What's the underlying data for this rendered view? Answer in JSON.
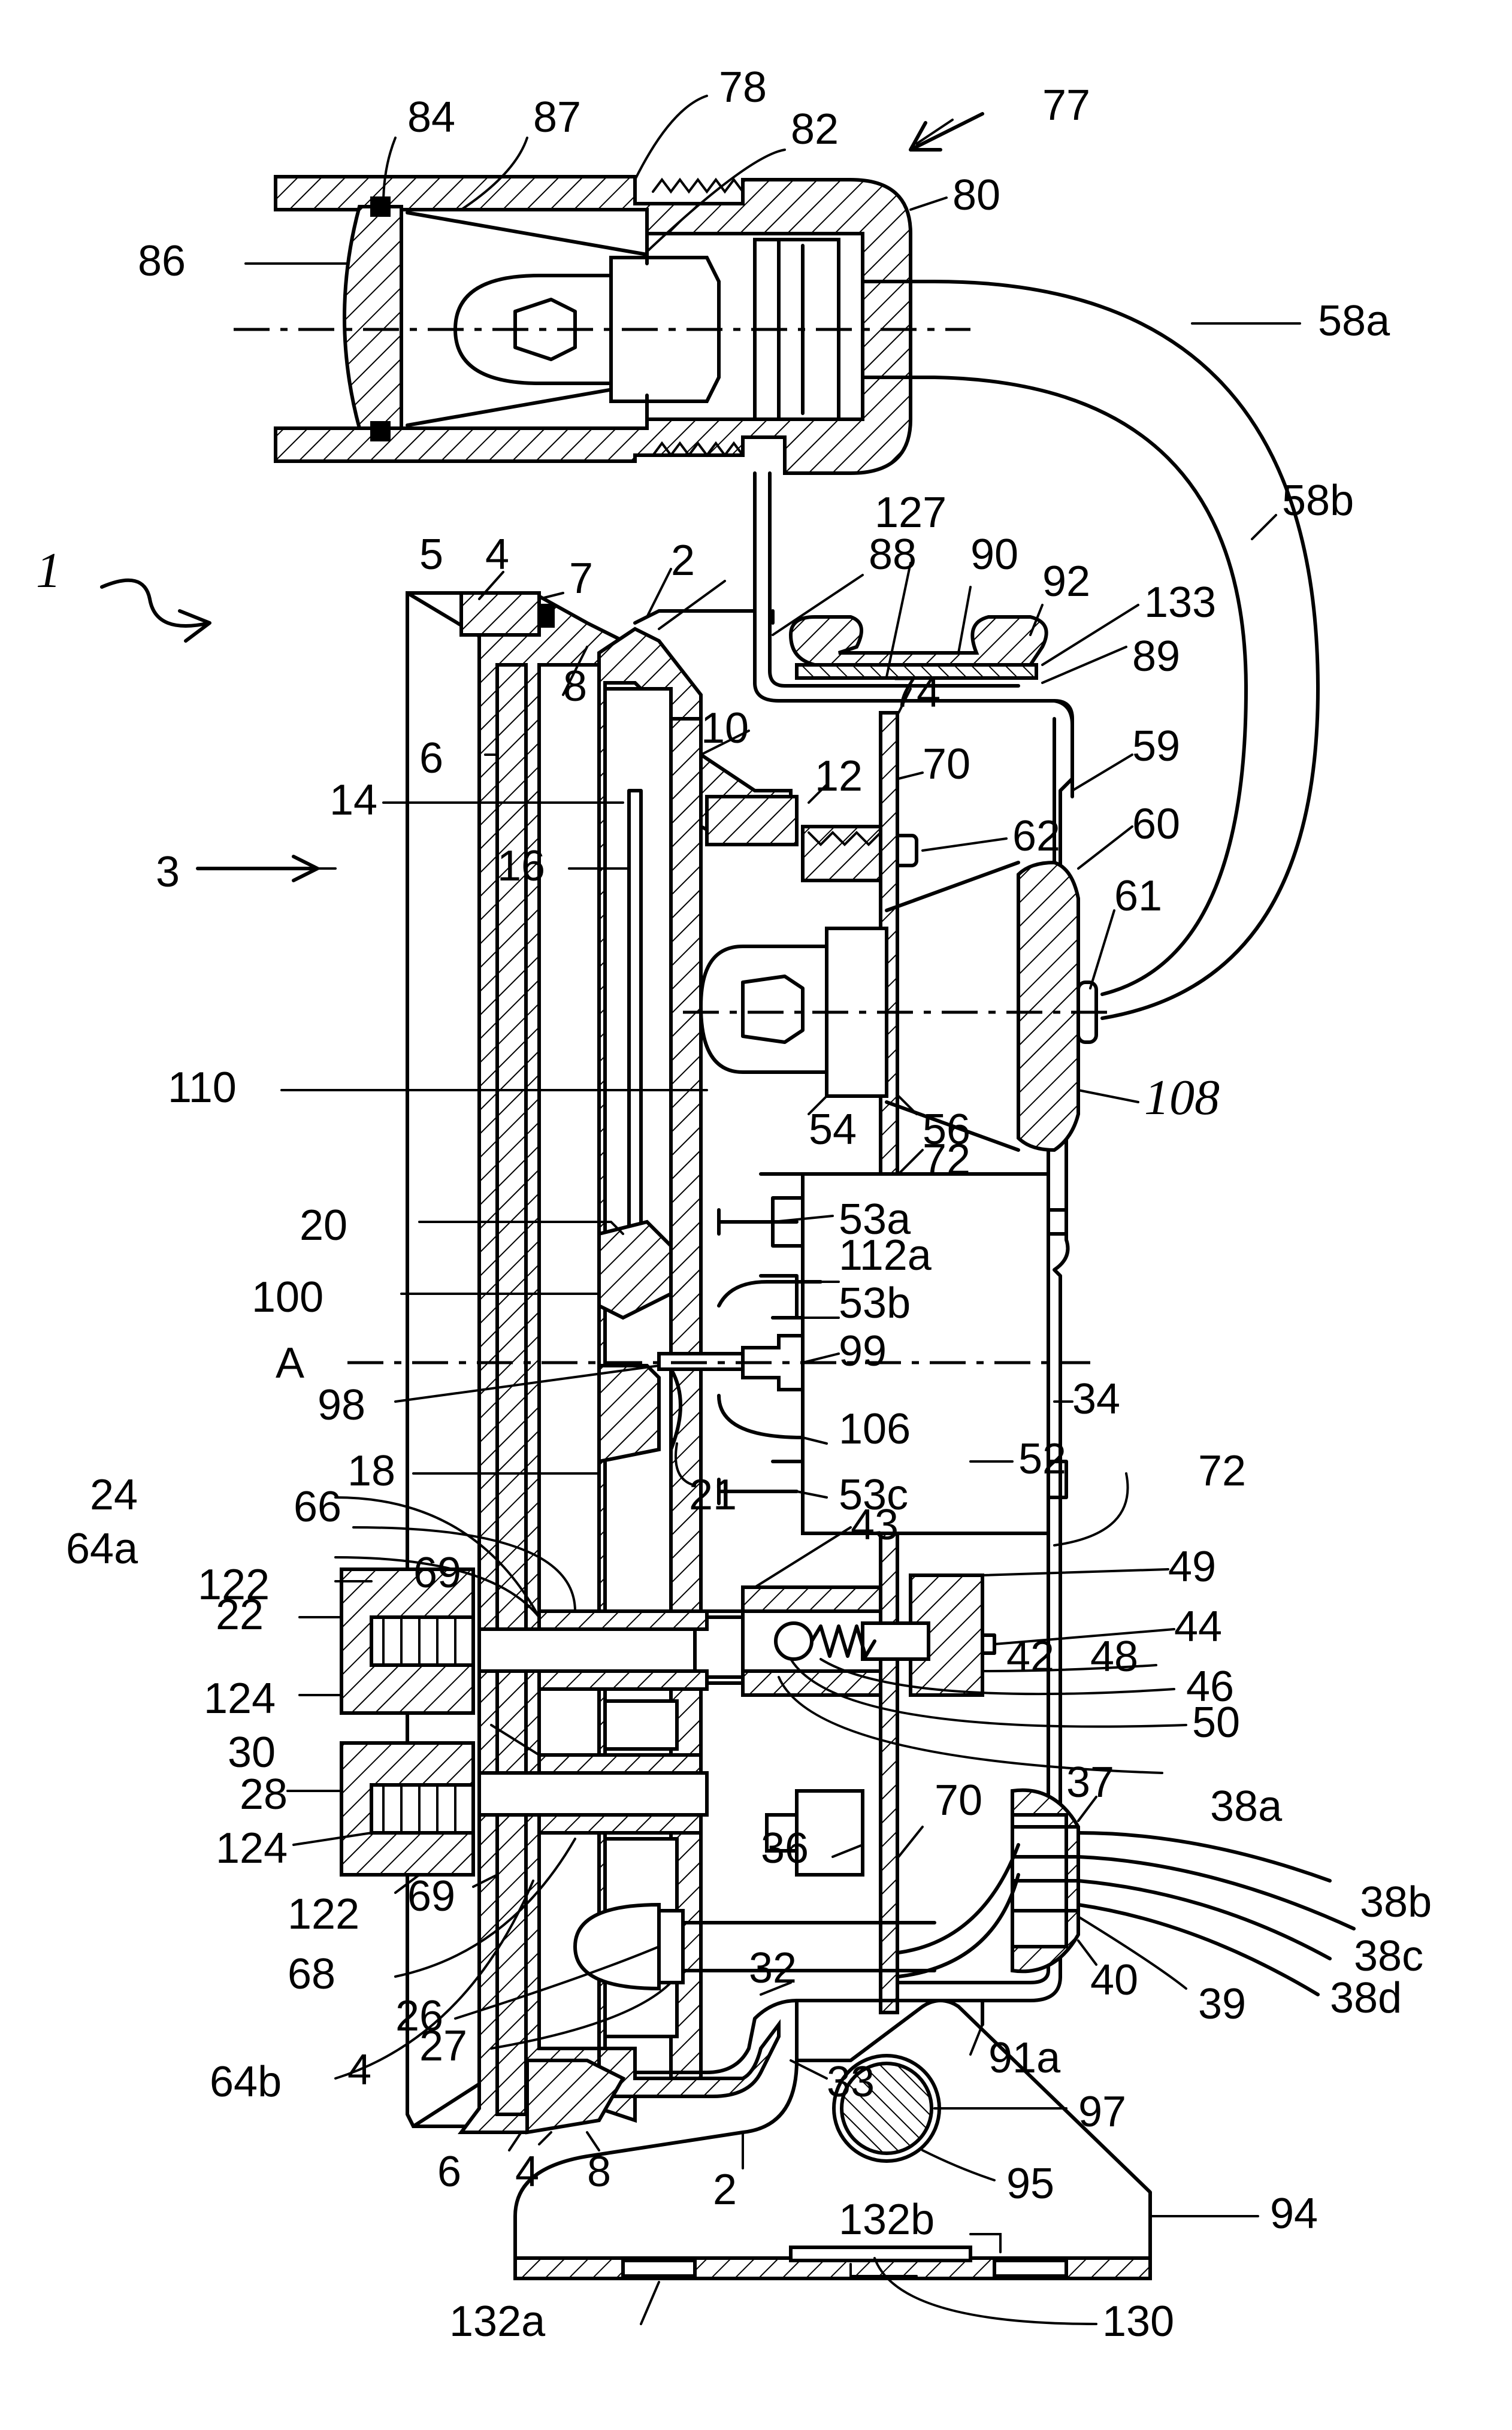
{
  "labels": {
    "l1": "1",
    "l2": "2",
    "l2b": "2",
    "l3": "3",
    "l4a": "4",
    "l4b": "4",
    "l4c": "4",
    "l5": "5",
    "l6a": "6",
    "l6b": "6",
    "l7": "7",
    "l8a": "8",
    "l8b": "8",
    "l10": "10",
    "l12": "12",
    "l14": "14",
    "l16": "16",
    "l18": "18",
    "l20": "20",
    "l21": "21",
    "l22": "22",
    "l24": "24",
    "l26": "26",
    "l27": "27",
    "l28": "28",
    "l30": "30",
    "l32": "32",
    "l33": "33",
    "l34": "34",
    "l36": "36",
    "l37": "37",
    "l38a": "38a",
    "l38b": "38b",
    "l38c": "38c",
    "l38d": "38d",
    "l39": "39",
    "l40": "40",
    "l42": "42",
    "l43": "43",
    "l44": "44",
    "l46": "46",
    "l48": "48",
    "l49": "49",
    "l50": "50",
    "l52": "52",
    "l53a": "53a",
    "l53b": "53b",
    "l53c": "53c",
    "l54": "54",
    "l56": "56",
    "l58a": "58a",
    "l58b": "58b",
    "l59": "59",
    "l60": "60",
    "l61": "61",
    "l62": "62",
    "l64a": "64a",
    "l64b": "64b",
    "l66": "66",
    "l68": "68",
    "l69a": "69",
    "l69b": "69",
    "l70a": "70",
    "l70b": "70",
    "l72a": "72",
    "l72b": "72",
    "l74": "74",
    "l77": "77",
    "l78": "78",
    "l80": "80",
    "l82": "82",
    "l84": "84",
    "l86": "86",
    "l87": "87",
    "l88": "88",
    "l89": "89",
    "l90": "90",
    "l91a": "91a",
    "l92": "92",
    "l94": "94",
    "l95": "95",
    "l97": "97",
    "l98": "98",
    "l99": "99",
    "l100": "100",
    "l106": "106",
    "l108": "108",
    "l110": "110",
    "l112a": "112a",
    "l122a": "122",
    "l122b": "122",
    "l124a": "124",
    "l124b": "124",
    "l127": "127",
    "l130": "130",
    "l132a": "132a",
    "l132b": "132b",
    "l133": "133",
    "lA": "A"
  }
}
